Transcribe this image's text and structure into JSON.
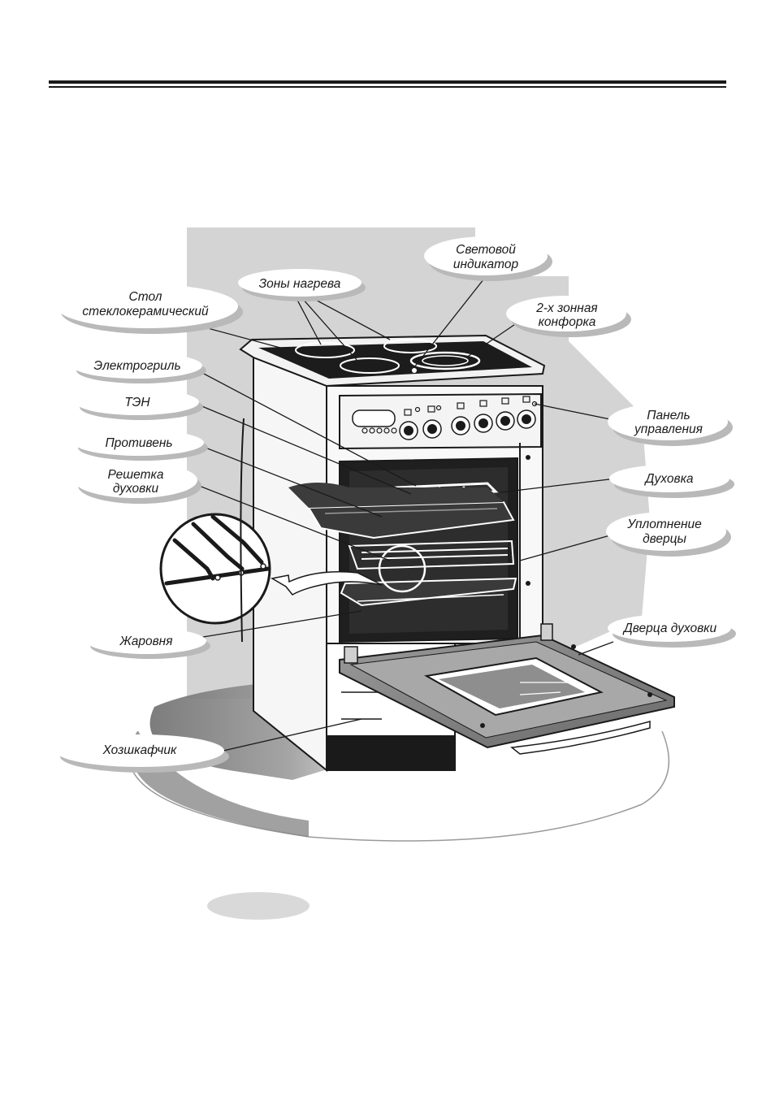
{
  "labels": {
    "glass_ceramic_top": [
      "Стол",
      "стеклокерамический"
    ],
    "heating_zones": [
      "Зоны нагрева"
    ],
    "light_indicator": [
      "Световой",
      "индикатор"
    ],
    "dual_zone_hob": [
      "2-х зонная",
      "конфорка"
    ],
    "electric_grill": [
      "Электрогриль"
    ],
    "heating_element": [
      "ТЭН"
    ],
    "baking_tray": [
      "Противень"
    ],
    "oven_rack": [
      "Решетка",
      "духовки"
    ],
    "control_panel": [
      "Панель",
      "управления"
    ],
    "oven": [
      "Духовка"
    ],
    "door_seal": [
      "Уплотнение",
      "дверцы"
    ],
    "roasting_pan": [
      "Жаровня"
    ],
    "oven_door": [
      "Дверца духовки"
    ],
    "storage_drawer": [
      "Хозшкафчик"
    ]
  },
  "colors": {
    "line": "#1a1a1a",
    "bubble": "#ffffff",
    "bubble_shadow": "#b9b9b9",
    "backdrop": "#d4d4d4",
    "hob_glass": "#1c1c1c",
    "oven_cavity": "#1f1f1f",
    "oval_button": "#d9d9d9"
  }
}
